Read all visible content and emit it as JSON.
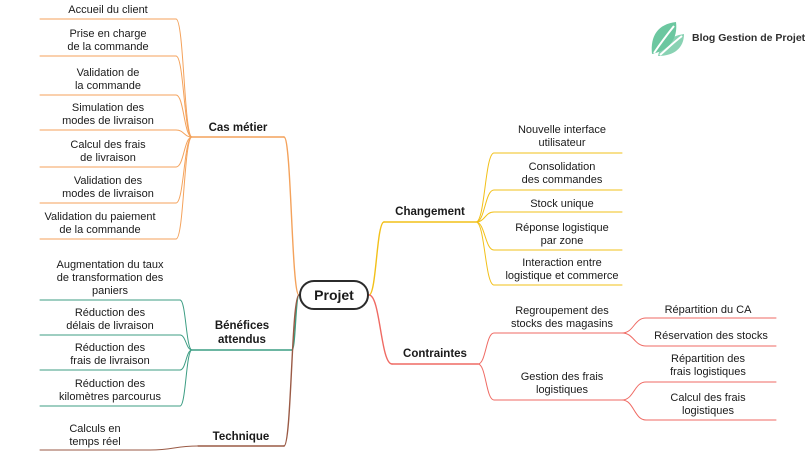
{
  "brand": {
    "name": "Blog Gestion de Projet",
    "color": "#6cc7a0"
  },
  "colors": {
    "cas": "#f4a25b",
    "benefices": "#3c9d83",
    "technique": "#9a5a45",
    "changement": "#f2c019",
    "contraintes": "#ef6a63",
    "root_border": "#2b2b2b"
  },
  "root": {
    "label": "Projet"
  },
  "branches": {
    "cas": {
      "label": "Cas métier",
      "items": [
        "Accueil du client",
        "Prise en charge\nde la commande",
        "Validation de\nla commande",
        "Simulation des\nmodes de livraison",
        "Calcul des frais\nde livraison",
        "Validation des\nmodes de livraison",
        "Validation du paiement\nde la commande"
      ]
    },
    "benefices": {
      "label": "Bénéfices\nattendus",
      "items": [
        "Augmentation du taux\nde transformation des\npaniers",
        "Réduction des\ndélais de livraison",
        "Réduction des\nfrais de livraison",
        "Réduction des\nkilomètres parcourus"
      ]
    },
    "technique": {
      "label": "Technique",
      "items": [
        "Calculs en\ntemps réel"
      ]
    },
    "changement": {
      "label": "Changement",
      "items": [
        "Nouvelle interface\nutilisateur",
        "Consolidation\ndes commandes",
        "Stock unique",
        "Réponse logistique\npar zone",
        "Interaction entre\nlogistique et commerce"
      ]
    },
    "contraintes": {
      "label": "Contraintes",
      "items": [
        {
          "label": "Regroupement des\nstocks des magasins",
          "children": [
            "Répartition du CA",
            "Réservation des stocks"
          ]
        },
        {
          "label": "Gestion des frais\nlogistiques",
          "children": [
            "Répartition des\nfrais logistiques",
            "Calcul des frais\nlogistiques"
          ]
        }
      ]
    }
  }
}
